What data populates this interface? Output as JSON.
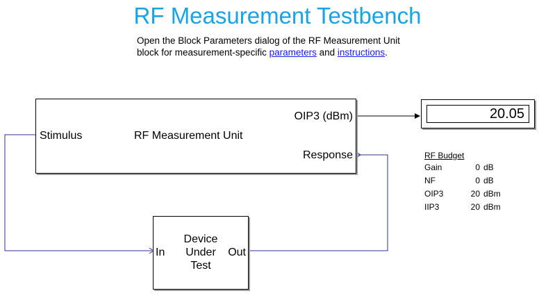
{
  "title": "RF Measurement Testbench",
  "description": {
    "line1": "Open the Block Parameters dialog of the RF Measurement Unit",
    "line2_prefix": "block for measurement-specific ",
    "link_parameters": "parameters",
    "line2_middle": " and ",
    "link_instructions": "instructions",
    "line2_suffix": "."
  },
  "measurement_unit": {
    "title": "RF Measurement Unit",
    "port_stimulus": "Stimulus",
    "port_oip3": "OIP3 (dBm)",
    "port_response": "Response"
  },
  "dut": {
    "title_line1": "Device",
    "title_line2": "Under",
    "title_line3": "Test",
    "port_in": "In",
    "port_out": "Out"
  },
  "display": {
    "value": "20.05"
  },
  "rf_budget": {
    "title": "RF Budget",
    "rows": [
      {
        "label": "Gain",
        "value": "0",
        "unit": "dB"
      },
      {
        "label": "NF",
        "value": "0",
        "unit": "dB"
      },
      {
        "label": "OIP3",
        "value": "20",
        "unit": "dBm"
      },
      {
        "label": "IIP3",
        "value": "20",
        "unit": "dBm"
      }
    ]
  },
  "colors": {
    "title": "#19a3e5",
    "link": "#1a1aee",
    "signal_line": "#2f2f9a",
    "scalar_line": "#000000"
  }
}
